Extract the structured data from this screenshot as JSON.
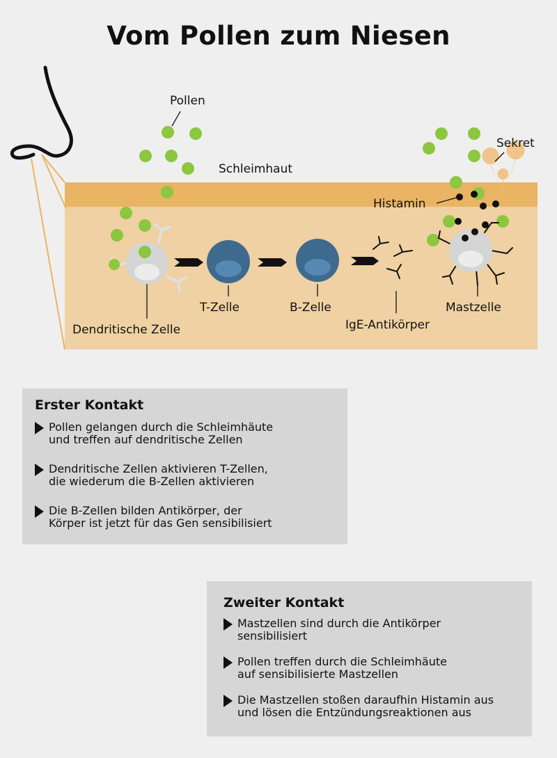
{
  "title": "Vom Pollen zum Niesen",
  "labels": {
    "pollen": "Pollen",
    "schleimhaut": "Schleimhaut",
    "sekret": "Sekret",
    "histamin": "Histamin",
    "dendritische_zelle": "Dendritische Zelle",
    "t_zelle": "T-Zelle",
    "b_zelle": "B-Zelle",
    "ige": "IgE-Antikörper",
    "mastzelle": "Mastzelle"
  },
  "colors": {
    "pollen": "#8dc63f",
    "mucosa": "#e9b464",
    "tissue": "#efd1a3",
    "lymphocyte": "#3e6a8e",
    "secretion": "#f0c48a",
    "panel": "#d6d6d6"
  },
  "first_contact": {
    "heading": "Erster Kontakt",
    "items": [
      {
        "line1": "Pollen gelangen durch die Schleimhäute",
        "line2": "und treffen auf dendritische Zellen"
      },
      {
        "line1": "Dendritische Zellen aktivieren T-Zellen,",
        "line2": "die wiederum die B-Zellen aktivieren"
      },
      {
        "line1": "Die B-Zellen bilden Antikörper, der",
        "line2": "Körper ist jetzt für das Gen sensibilisiert"
      }
    ]
  },
  "second_contact": {
    "heading": "Zweiter Kontakt",
    "items": [
      {
        "line1": "Mastzellen sind durch die Antikörper",
        "line2": "sensibilisiert"
      },
      {
        "line1": "Pollen treffen durch die Schleimhäute",
        "line2": "auf sensibilisierte Mastzellen"
      },
      {
        "line1": "Die Mastzellen stoßen daraufhin Histamin aus",
        "line2": "und lösen die Entzündungsreaktionen aus"
      }
    ]
  }
}
